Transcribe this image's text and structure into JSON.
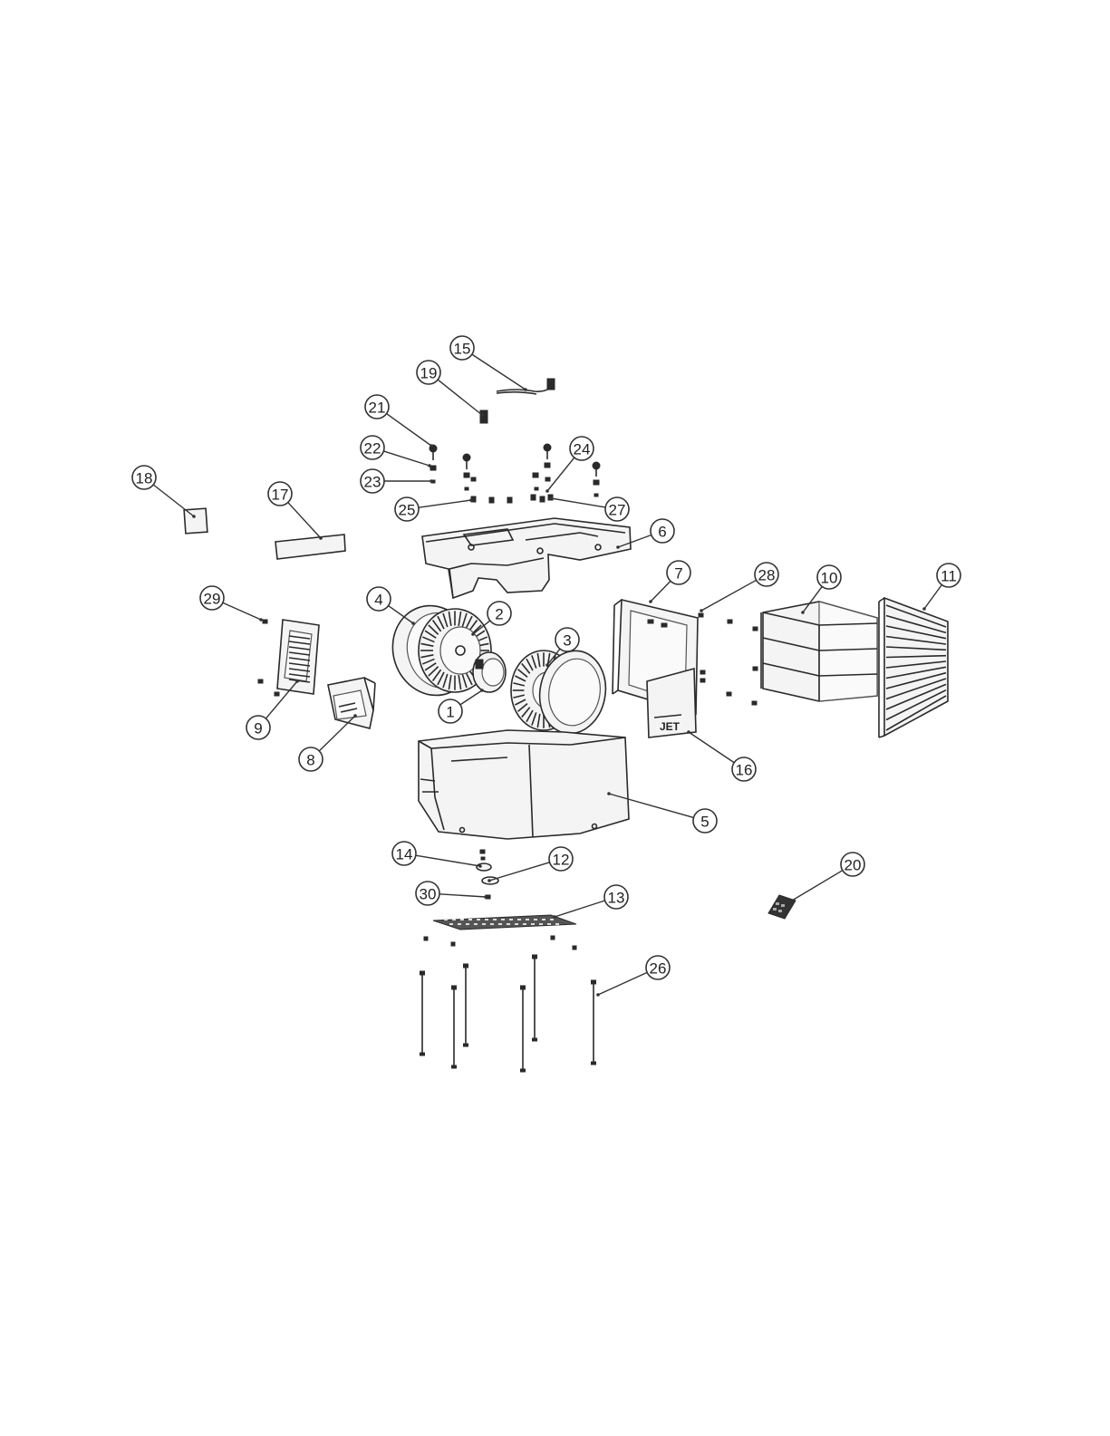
{
  "diagram": {
    "callouts": [
      {
        "number": "1"
      },
      {
        "number": "2"
      },
      {
        "number": "3"
      },
      {
        "number": "4"
      },
      {
        "number": "5"
      },
      {
        "number": "6"
      },
      {
        "number": "7"
      },
      {
        "number": "8"
      },
      {
        "number": "9"
      },
      {
        "number": "10"
      },
      {
        "number": "11"
      },
      {
        "number": "12"
      },
      {
        "number": "13"
      },
      {
        "number": "14"
      },
      {
        "number": "15"
      },
      {
        "number": "16"
      },
      {
        "number": "17"
      },
      {
        "number": "18"
      },
      {
        "number": "19"
      },
      {
        "number": "20"
      },
      {
        "number": "21"
      },
      {
        "number": "22"
      },
      {
        "number": "23"
      },
      {
        "number": "24"
      },
      {
        "number": "25"
      },
      {
        "number": "26"
      },
      {
        "number": "27"
      },
      {
        "number": "28"
      },
      {
        "number": "29"
      },
      {
        "number": "30"
      }
    ],
    "brand_label": "JET"
  }
}
